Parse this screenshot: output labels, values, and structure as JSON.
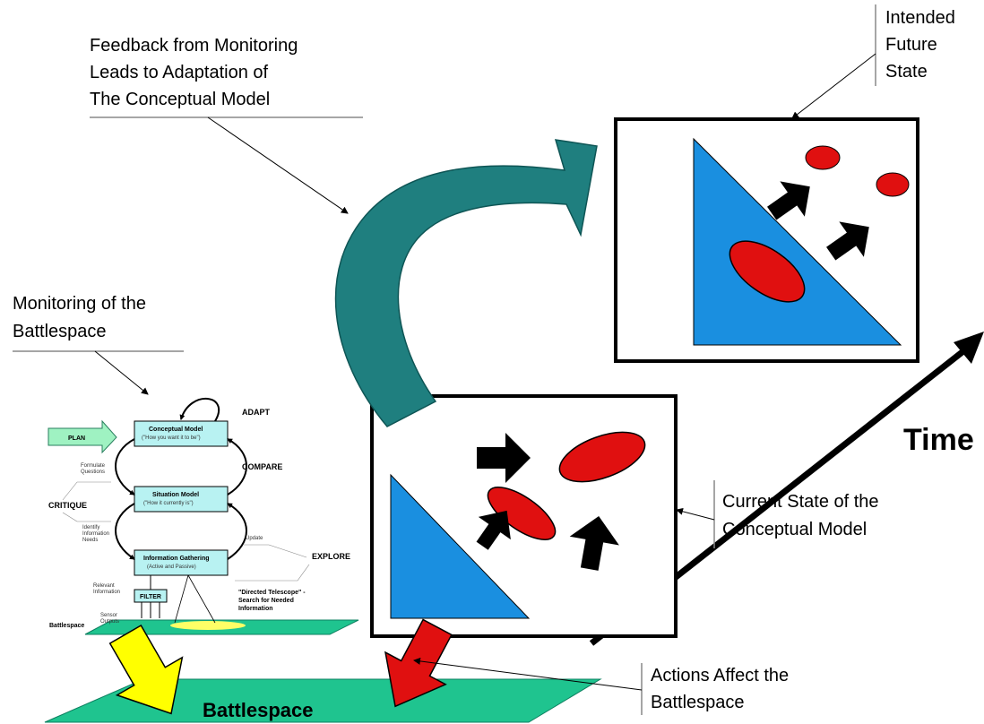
{
  "labels": {
    "feedback": [
      "Feedback from Monitoring",
      "Leads to Adaptation of",
      "The Conceptual Model"
    ],
    "intended": [
      "Intended",
      "Future",
      "State"
    ],
    "monitoring": [
      "Monitoring of the",
      "Battlespace"
    ],
    "time": "Time",
    "current": [
      "Current State of the",
      "Conceptual Model"
    ],
    "actions": [
      "Actions Affect the",
      "Battlespace"
    ],
    "battlespace": "Battlespace"
  },
  "mini_diagram": {
    "plan": "PLAN",
    "adapt": "ADAPT",
    "compare": "COMPARE",
    "critique": "CRITIQUE",
    "explore": "EXPLORE",
    "filter": "FILTER",
    "battlespace": "Battlespace",
    "box1_title": "Conceptual Model",
    "box1_sub": "(\"How you want it to be\")",
    "box2_title": "Situation Model",
    "box2_sub": "(\"How it currently is\")",
    "box3_title": "Information Gathering",
    "box3_sub": "(Active and Passive)",
    "formulate": [
      "Formulate",
      "Questions"
    ],
    "identify": [
      "Identify",
      "Information",
      "Needs"
    ],
    "update": "Update",
    "directed": [
      "\"Directed Telescope\" -",
      "Search for Needed",
      "Information"
    ],
    "relevant": [
      "Relevant",
      "Information"
    ],
    "sensor": [
      "Sensor",
      "Outputs"
    ]
  },
  "colors": {
    "teal_arrow": "#1f7f7f",
    "blue_triangle": "#1a8fe0",
    "red": "#e01010",
    "yellow": "#ffff00",
    "green_plane": "#1fc48f",
    "box_cyan": "#b8f2f2",
    "plan_green": "#9ff2c2"
  }
}
